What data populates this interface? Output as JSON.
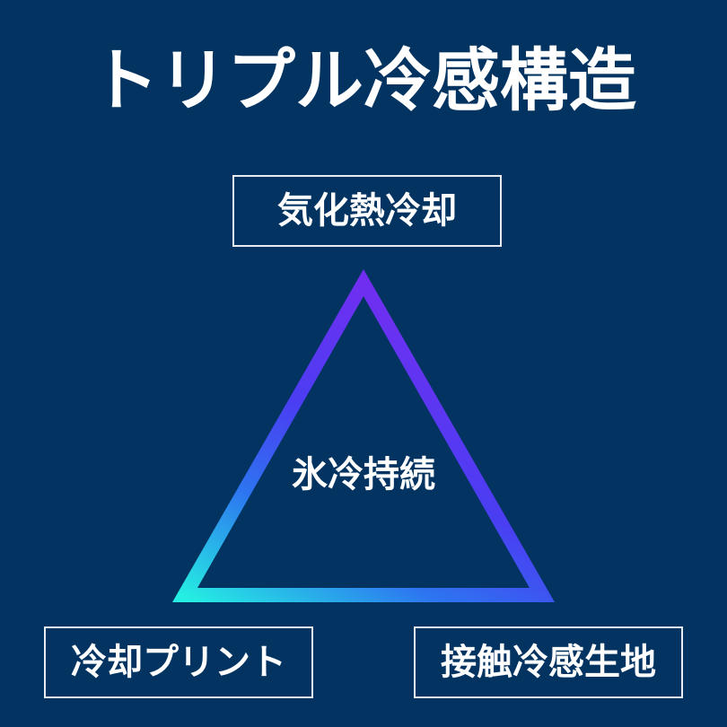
{
  "title": "トリプル冷感構造",
  "colors": {
    "background": "#023361",
    "text": "#ffffff",
    "box_border": "#e8edf4",
    "gradient_top": "#7B2AF0",
    "gradient_mid": "#2D5FF0",
    "gradient_bottom_left": "#25EEE2"
  },
  "diagram": {
    "type": "triangle",
    "center_label": "氷冷持続",
    "vertices": {
      "top": {
        "label": "気化熱冷却"
      },
      "bottom_left": {
        "label": "冷却プリント"
      },
      "bottom_right": {
        "label": "接触冷感生地"
      }
    }
  }
}
